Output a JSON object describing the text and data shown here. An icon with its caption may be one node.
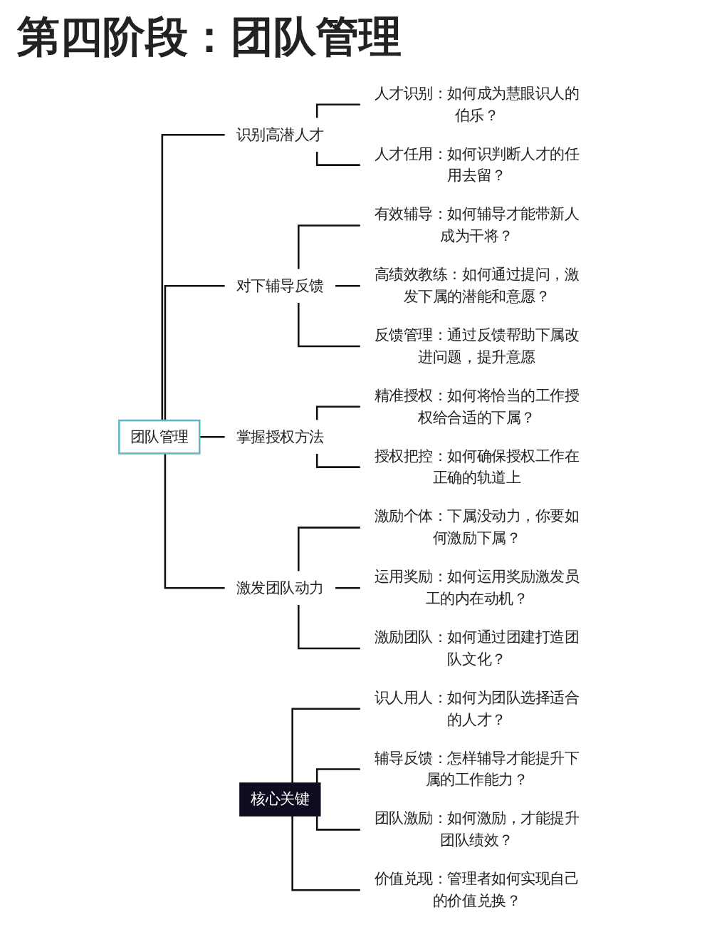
{
  "diagram": {
    "title": "第四阶段：团队管理",
    "nodes": [
      {
        "text": [
          "团队管理"
        ]
      },
      {
        "text": [
          "识别高潜人才"
        ]
      },
      {
        "text": [
          "人才识别：如何成为慧眼识人的伯乐？"
        ]
      },
      {
        "text": [
          "人才任用：如何识判断人才的任用去留？"
        ]
      },
      {
        "text": [
          "对下辅导反馈"
        ]
      },
      {
        "text": [
          "有效辅导：如何辅导才能带新人成为干将？"
        ]
      },
      {
        "text": [
          "高绩效教练：如何通过提问，激发下属的潜能和意愿？"
        ]
      },
      {
        "text": [
          "反馈管理：通过反馈帮助下属改进问题，提升意愿"
        ]
      },
      {
        "text": [
          "掌握授权方法"
        ]
      },
      {
        "text": [
          "精准授权：如何将恰当的工作授权给合适的下属？"
        ]
      },
      {
        "text": [
          "授权把控：如何确保授权工作在正确的轨道上"
        ]
      },
      {
        "text": [
          "激发团队动力"
        ]
      },
      {
        "text": [
          "激励个体：下属没动力，你要如何激励下属？"
        ]
      },
      {
        "text": [
          "运用奖励：如何运用奖励激发员工的内在动机？"
        ]
      },
      {
        "text": [
          "激励团队：如何通过团建打造团队文化？"
        ]
      },
      {
        "text": [
          "核心关键"
        ]
      },
      {
        "text": [
          "识人用人：如何为团队选择适合的人才？"
        ]
      },
      {
        "text": [
          "辅导反馈：怎样辅导才能提升下属的工作能力？"
        ]
      },
      {
        "text": [
          "团队激励：如何激励，才能提升团队绩效？"
        ]
      },
      {
        "text": [
          "价值兑现：管理者如何实现自己的价值兑换？"
        ]
      }
    ],
    "edges": [
      {
        "from": 0,
        "to": 1,
        "arrow": "none"
      },
      {
        "from": 1,
        "to": 2,
        "arrow": "none"
      },
      {
        "from": 1,
        "to": 3,
        "arrow": "none"
      },
      {
        "from": 0,
        "to": 4,
        "arrow": "none"
      },
      {
        "from": 4,
        "to": 5,
        "arrow": "none"
      },
      {
        "from": 4,
        "to": 6,
        "arrow": "none"
      },
      {
        "from": 4,
        "to": 7,
        "arrow": "none"
      },
      {
        "from": 0,
        "to": 8,
        "arrow": "none"
      },
      {
        "from": 8,
        "to": 9,
        "arrow": "none"
      },
      {
        "from": 8,
        "to": 10,
        "arrow": "none"
      },
      {
        "from": 0,
        "to": 11,
        "arrow": "none"
      },
      {
        "from": 11,
        "to": 12,
        "arrow": "none"
      },
      {
        "from": 11,
        "to": 13,
        "arrow": "none"
      },
      {
        "from": 11,
        "to": 14,
        "arrow": "none"
      },
      {
        "from": 15,
        "to": 16,
        "arrow": "none"
      },
      {
        "from": 15,
        "to": 17,
        "arrow": "none"
      },
      {
        "from": 15,
        "to": 18,
        "arrow": "none"
      },
      {
        "from": 15,
        "to": 19,
        "arrow": "none"
      }
    ]
  }
}
